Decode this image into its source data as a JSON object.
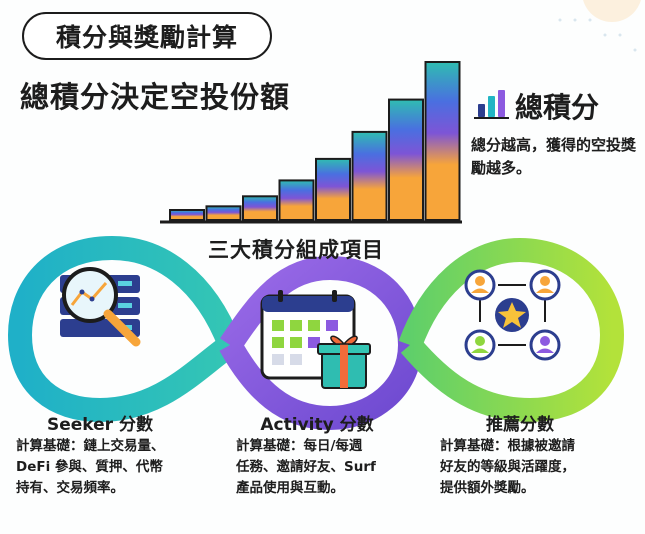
{
  "header": {
    "badge": "積分與獎勵計算",
    "headline": "總積分決定空投份額"
  },
  "legend": {
    "icon": "bar-chart-icon",
    "title": "總積分",
    "description": "總分越高，獲得的空投獎勵越多。"
  },
  "growth_bars": {
    "count": 8,
    "trend": "increasing",
    "colors": [
      "#f7a53a",
      "#8e5ad8",
      "#2fbdb1"
    ]
  },
  "section_title": "三大積分組成項目",
  "components": [
    {
      "title": "Seeker 分數",
      "icon": "magnifier-data-icon",
      "description_lines": [
        "計算基礎：鏈上交易量、",
        "DeFi 參與、質押、代幣",
        "持有、交易頻率。"
      ]
    },
    {
      "title": "Activity 分數",
      "icon": "calendar-gift-icon",
      "description_lines": [
        "計算基礎：每日/每週",
        "任務、邀請好友、Surf",
        "產品使用與互動。"
      ]
    },
    {
      "title": "推薦分數",
      "icon": "referral-network-icon",
      "description_lines": [
        "計算基礎：根據被邀請",
        "好友的等級與活躍度，",
        "提供額外獎勵。"
      ]
    }
  ],
  "colors": {
    "teal": "#22b5c4",
    "purple": "#8c5ae0",
    "green": "#8fd63f",
    "orange": "#f7a53a",
    "navy": "#2c3e8f"
  }
}
